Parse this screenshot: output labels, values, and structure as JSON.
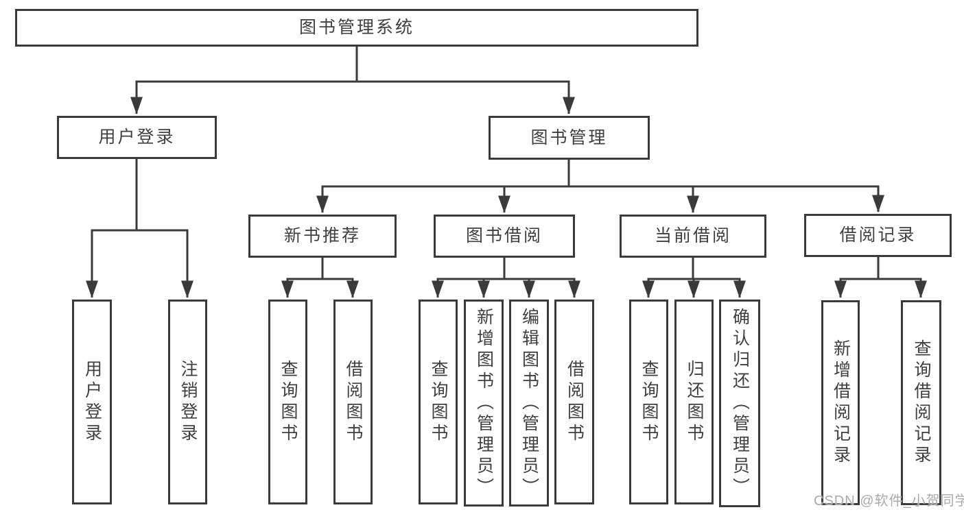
{
  "colors": {
    "line": "#3a3a3a",
    "text": "#3f3f3f",
    "watermark": "#ababab",
    "background": "#ffffff"
  },
  "nodes": {
    "root": {
      "label": "图书管理系统"
    },
    "branches": [
      {
        "label": "用户登录"
      },
      {
        "label": "图书管理"
      }
    ],
    "modules": [
      {
        "label": "新书推荐"
      },
      {
        "label": "图书借阅"
      },
      {
        "label": "当前借阅"
      },
      {
        "label": "借阅记录"
      }
    ],
    "leaves": [
      {
        "label": "用户登录"
      },
      {
        "label": "注销登录"
      },
      {
        "label": "查询图书"
      },
      {
        "label": "借阅图书"
      },
      {
        "label": "查询图书"
      },
      {
        "label": "新增图书（管理员）"
      },
      {
        "label": "编辑图书（管理员）"
      },
      {
        "label": "借阅图书"
      },
      {
        "label": "查询图书"
      },
      {
        "label": "归还图书"
      },
      {
        "label": "确认归还（管理员）"
      },
      {
        "label": "新增借阅记录"
      },
      {
        "label": "查询借阅记录"
      }
    ]
  },
  "watermark": {
    "text": "CSDN @软件_小贺同学"
  }
}
